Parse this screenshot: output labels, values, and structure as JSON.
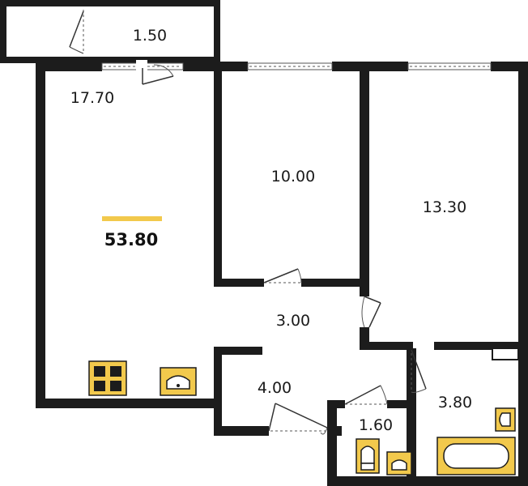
{
  "plan": {
    "total_area": "53.80",
    "accent_color": "#F2C94C",
    "wall_color": "#1c1c1c",
    "rooms": [
      {
        "id": "balcony",
        "area": "1.50"
      },
      {
        "id": "living-room",
        "area": "17.70"
      },
      {
        "id": "bedroom-1",
        "area": "10.00"
      },
      {
        "id": "bedroom-2",
        "area": "13.30"
      },
      {
        "id": "hallway",
        "area": "3.00"
      },
      {
        "id": "kitchen",
        "area": "4.00"
      },
      {
        "id": "toilet",
        "area": "1.60"
      },
      {
        "id": "bathroom",
        "area": "3.80"
      }
    ]
  }
}
